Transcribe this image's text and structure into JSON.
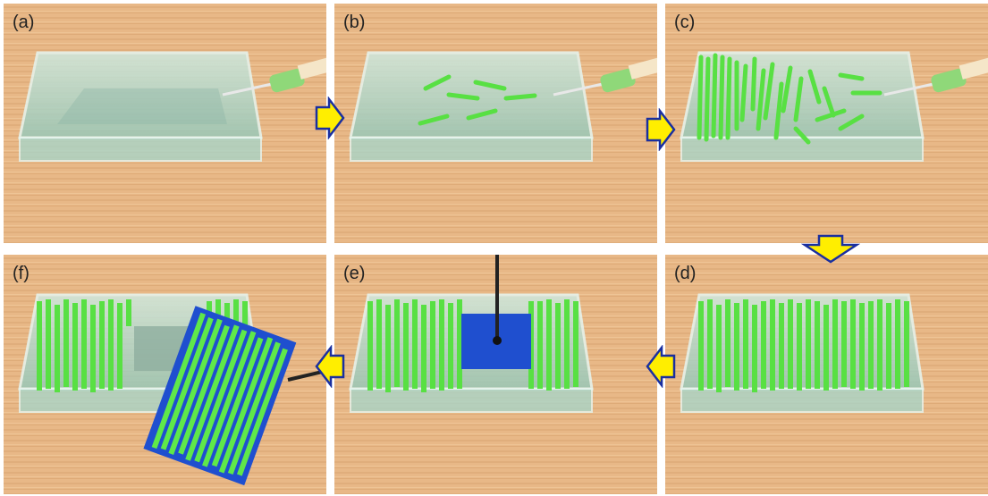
{
  "figure": {
    "panels": [
      {
        "id": "a",
        "label": "(a)"
      },
      {
        "id": "b",
        "label": "(b)"
      },
      {
        "id": "c",
        "label": "(c)"
      },
      {
        "id": "d",
        "label": "(d)"
      },
      {
        "id": "e",
        "label": "(e)"
      },
      {
        "id": "f",
        "label": "(f)"
      }
    ],
    "colors": {
      "wood": "#e9b98a",
      "wood_grain": "#d9a571",
      "glass": "#9fcfc3",
      "glass_edge": "#dff3ee",
      "rod": "#5fe84a",
      "rod_dark": "#2fb52a",
      "substrate": "#1f4fcf",
      "arrow_fill": "#ffee00",
      "arrow_stroke": "#1a2fa0"
    },
    "arrows": [
      "arrow-b",
      "arrow-c",
      "arrow-d",
      "arrow-e",
      "arrow-f"
    ]
  }
}
